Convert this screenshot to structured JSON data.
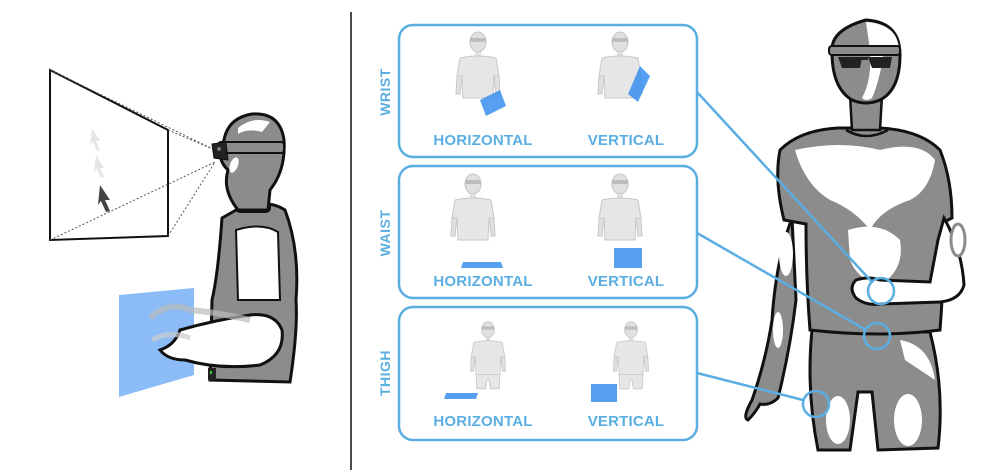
{
  "colors": {
    "accent": "#5aaee2",
    "panel_blue": "#8bbcf7",
    "body_gray": "#8c8c8c",
    "light_figure": "#d9d9d9",
    "outline": "#111111"
  },
  "left_scene": {
    "icons": [
      "virtual-screen-icon",
      "cursor-icon",
      "glasses-icon",
      "touch-surface-icon"
    ]
  },
  "panels": [
    {
      "location": "WRIST",
      "options": [
        {
          "label": "HORIZONTAL"
        },
        {
          "label": "VERTICAL"
        }
      ]
    },
    {
      "location": "WAIST",
      "options": [
        {
          "label": "HORIZONTAL"
        },
        {
          "label": "VERTICAL"
        }
      ]
    },
    {
      "location": "THIGH",
      "options": [
        {
          "label": "HORIZONTAL"
        },
        {
          "label": "VERTICAL"
        }
      ]
    }
  ]
}
